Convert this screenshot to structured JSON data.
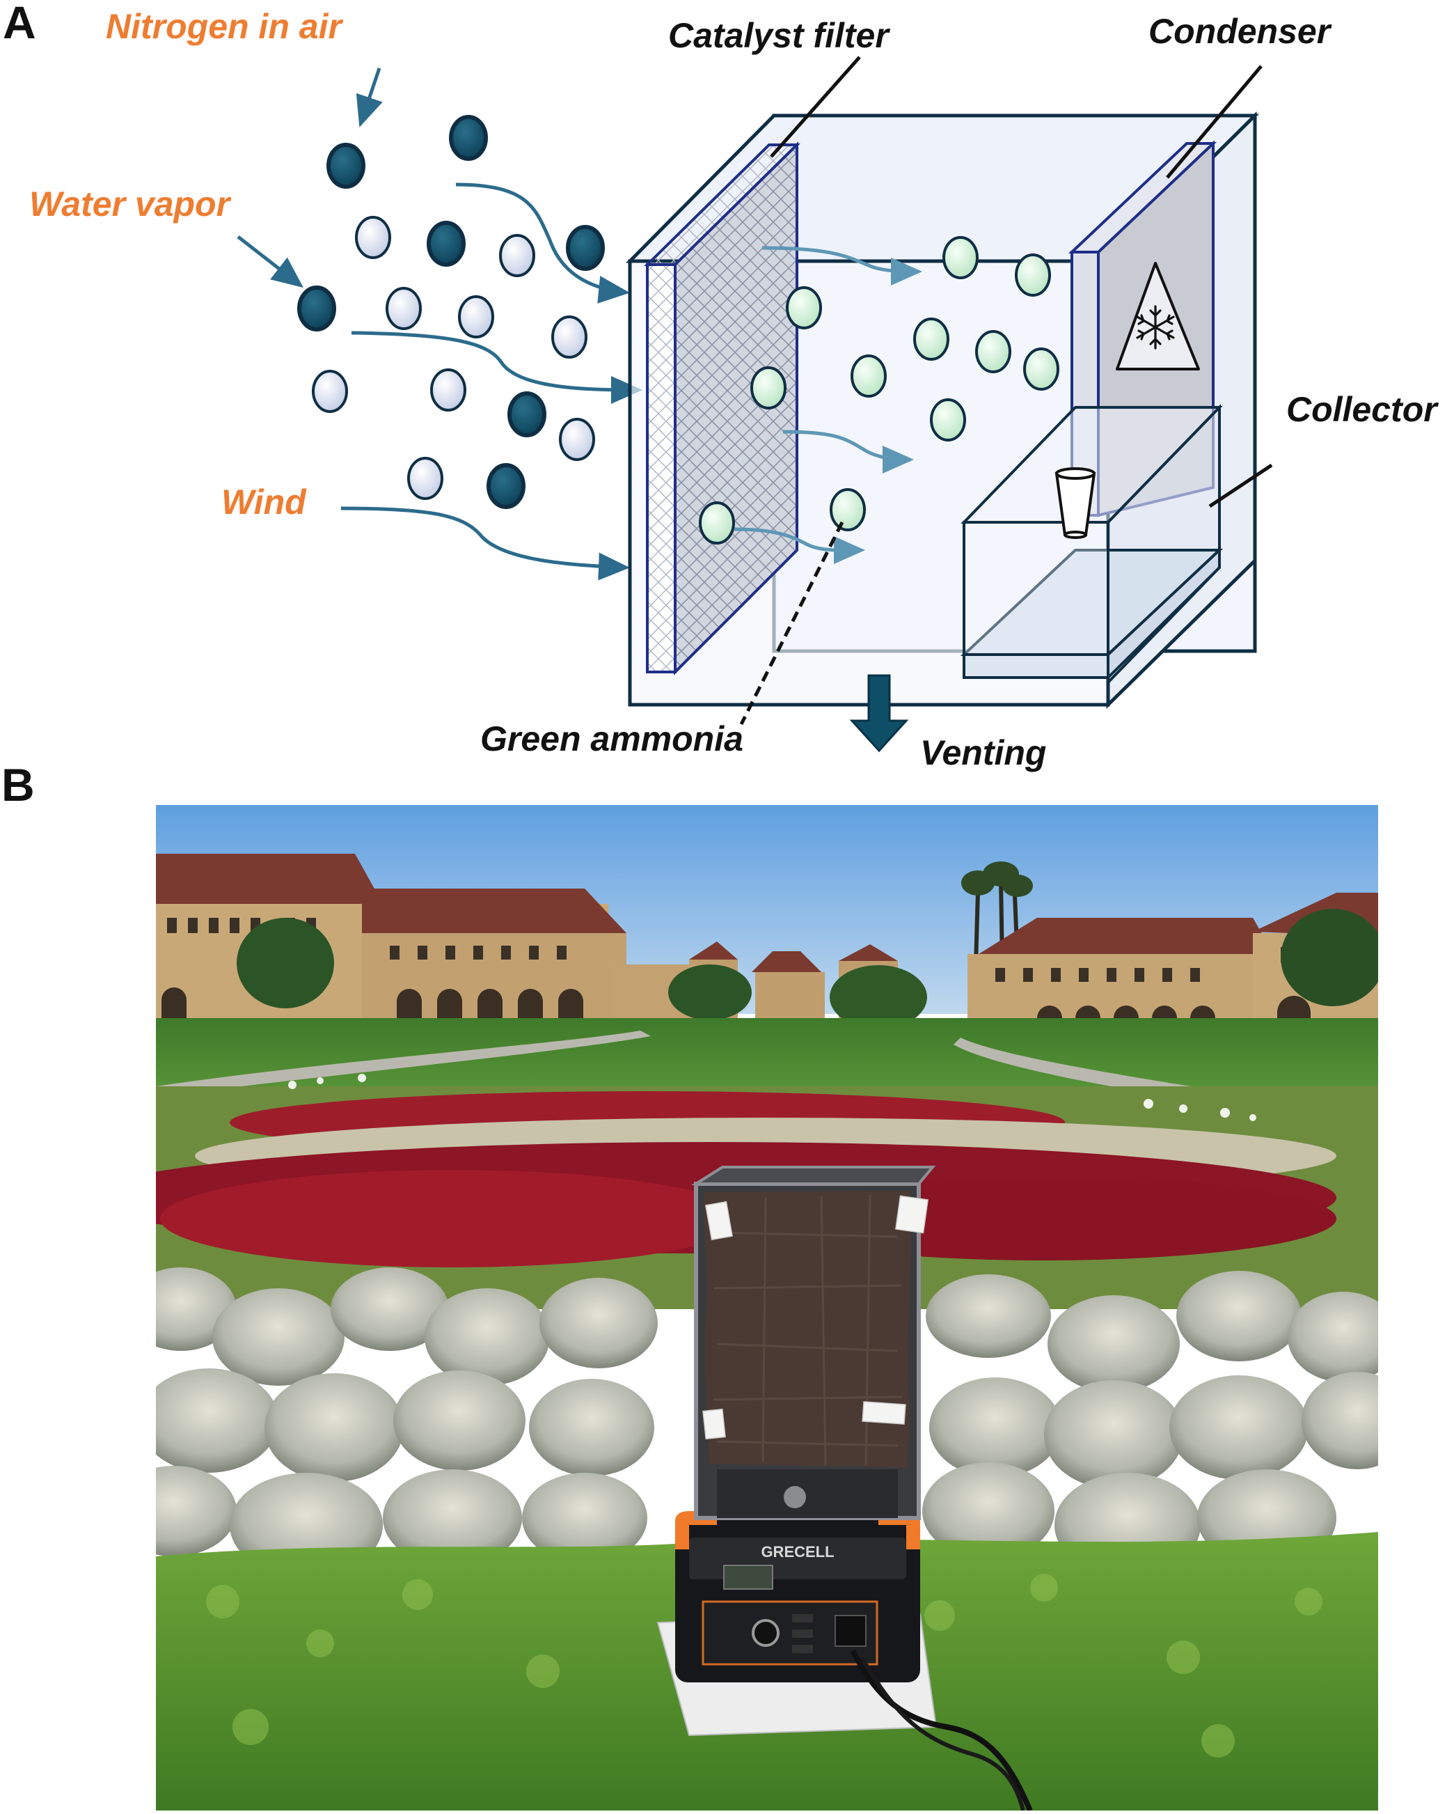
{
  "figure": {
    "panel_a": {
      "letter": "A",
      "labels": {
        "nitrogen": "Nitrogen in air",
        "water": "Water vapor",
        "wind": "Wind",
        "catalyst": "Catalyst filter",
        "condenser": "Condenser",
        "collector": "Collector",
        "ammonia": "Green ammonia",
        "venting": "Venting"
      },
      "colors": {
        "label_orange": "#EE7D31",
        "nitrogen_molecule": "#0E4E67",
        "water_molecule": "#DCE3F2",
        "ammonia_molecule": "#D4EFD9",
        "arrow": "#2C6B8C",
        "box_outline": "#0F2E44",
        "panel_edge": "#1E2E88",
        "box_fill": "#F2F5FB"
      },
      "icons": [
        "snowflake-warning-icon",
        "cup-icon",
        "down-arrow-icon"
      ]
    },
    "panel_b": {
      "letter": "B",
      "device_brand": "GRECELL",
      "photo_subject": "prototype device on a battery power station in a garden"
    }
  }
}
